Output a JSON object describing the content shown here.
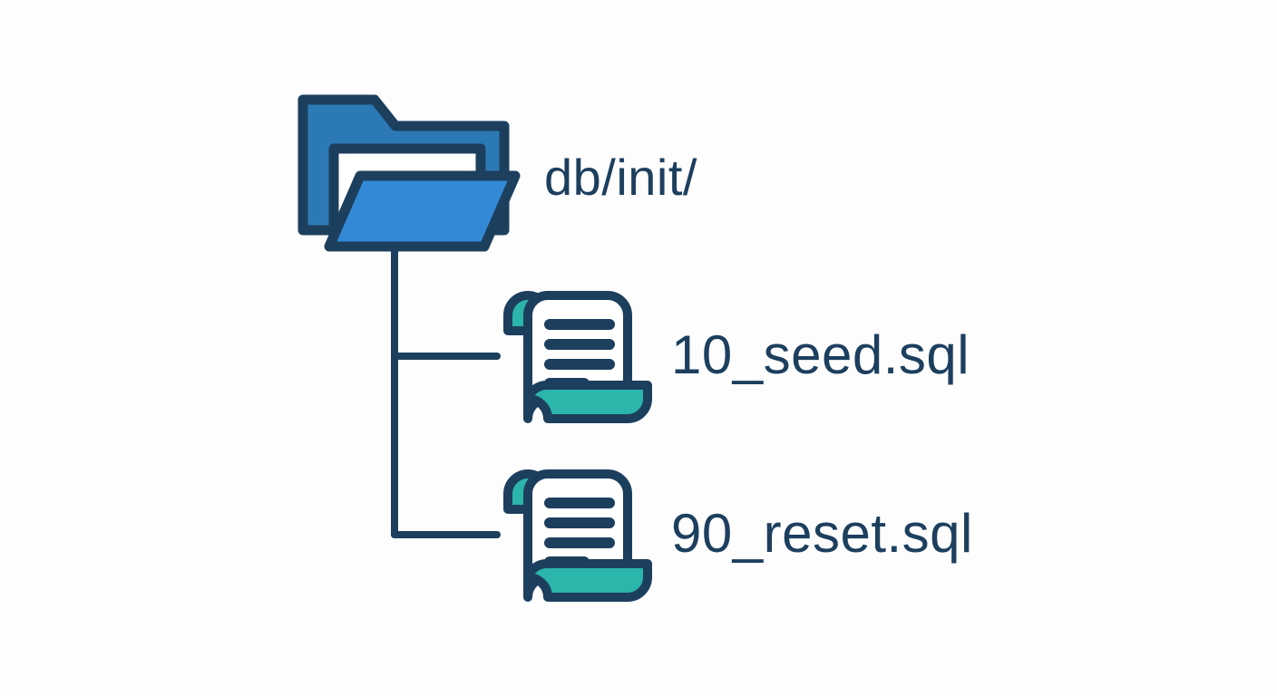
{
  "diagram": {
    "type": "file-tree",
    "background_color": "#fdfdfd",
    "root": {
      "icon": "open-folder-icon",
      "label": "db/init/",
      "label_color": "#1d3f5e",
      "folder_front_color": "#3389d6",
      "folder_back_color": "#2c7ab5",
      "outline_color": "#1d3f5e"
    },
    "connector": {
      "color": "#1d3f5e",
      "style": "elbow-tree"
    },
    "children": [
      {
        "icon": "scroll-document-icon",
        "label": "10_seed.sql",
        "accent_color": "#2cb5ab",
        "sheet_color": "#ffffff",
        "outline_color": "#1d3f5e"
      },
      {
        "icon": "scroll-document-icon",
        "label": "90_reset.sql",
        "accent_color": "#2cb5ab",
        "sheet_color": "#ffffff",
        "outline_color": "#1d3f5e"
      }
    ]
  }
}
